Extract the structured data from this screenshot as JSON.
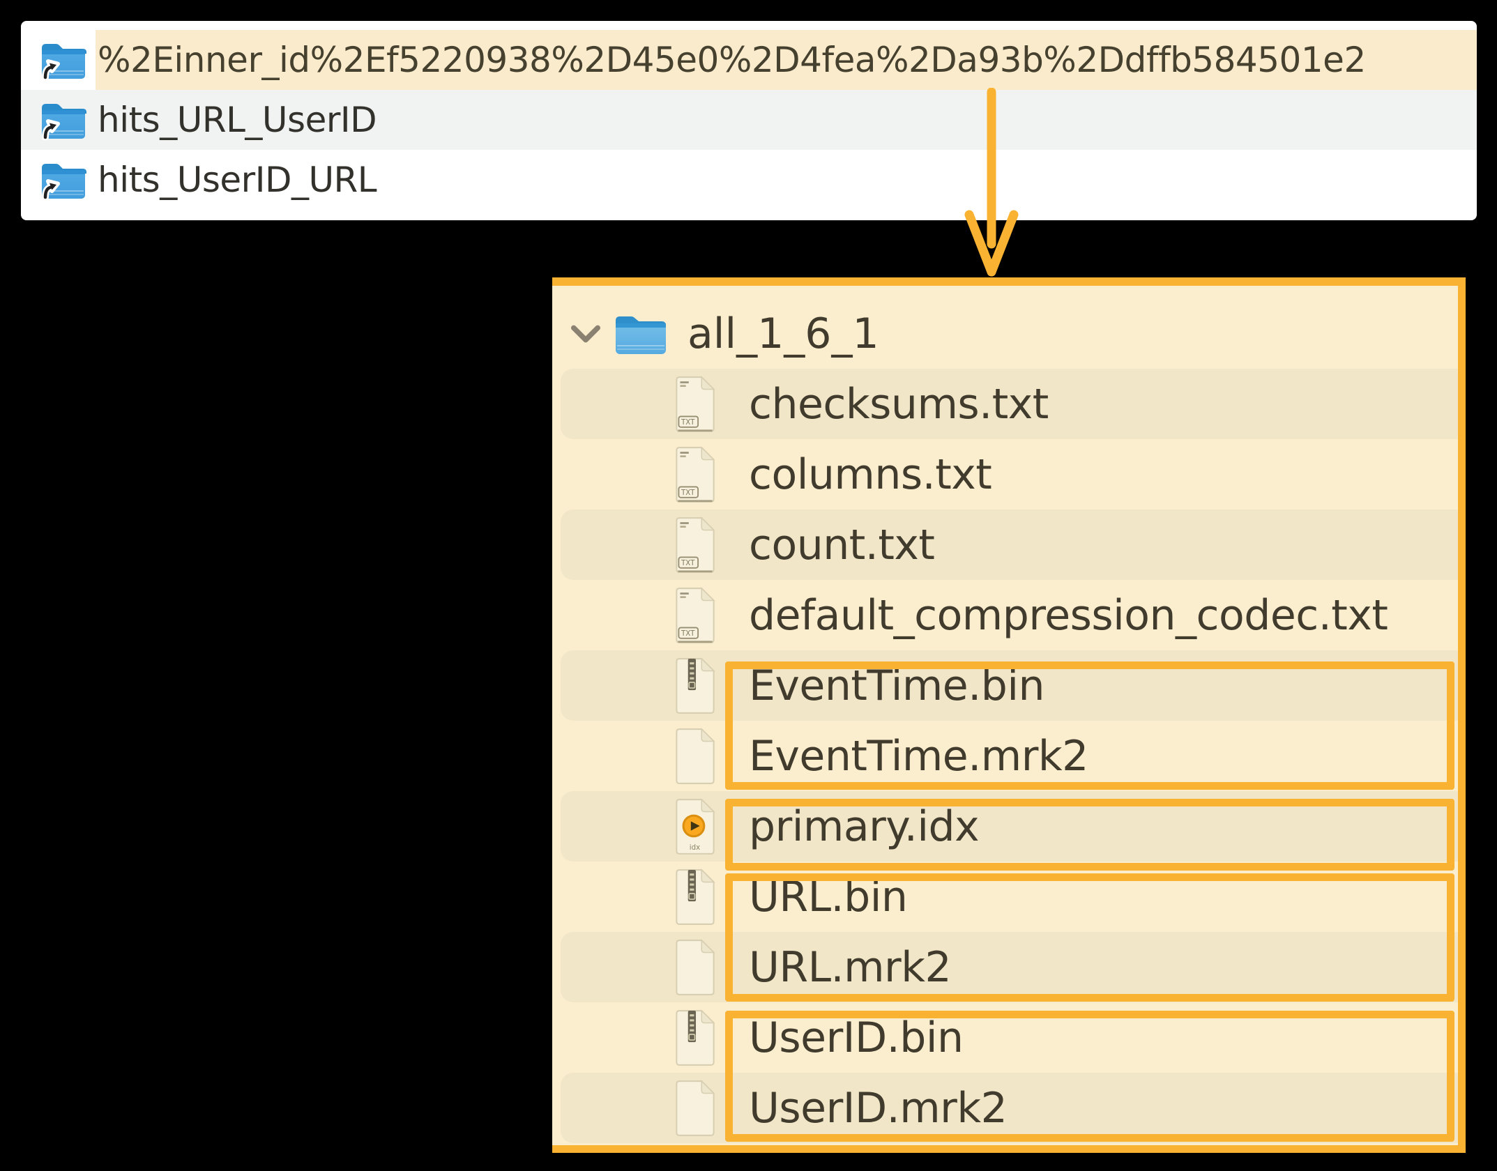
{
  "colors": {
    "accent_orange": "#F9B231",
    "tree_panel_bg": "#FBEECF",
    "tree_row_band": "#F2E6C8",
    "finder_highlight_row": "#FAEBCD",
    "finder_row_band": "#F1F3F3",
    "folder_blue": "#4FA8E0",
    "text_dark": "#403B2C"
  },
  "icon_labels": {
    "txt": "TXT",
    "idx": "idx"
  },
  "finder_list": {
    "items": [
      {
        "label": "%2Einner_id%2Ef5220938%2D45e0%2D4fea%2Da93b%2Ddffb584501e2",
        "icon": "folder-alias",
        "highlighted": true
      },
      {
        "label": "hits_URL_UserID",
        "icon": "folder-alias",
        "highlighted": false
      },
      {
        "label": "hits_UserID_URL",
        "icon": "folder-alias",
        "highlighted": false
      }
    ]
  },
  "tree_panel": {
    "root": {
      "label": "all_1_6_1",
      "icon": "folder",
      "expanded": true
    },
    "files": [
      {
        "label": "checksums.txt",
        "icon": "txt"
      },
      {
        "label": "columns.txt",
        "icon": "txt"
      },
      {
        "label": "count.txt",
        "icon": "txt"
      },
      {
        "label": "default_compression_codec.txt",
        "icon": "txt"
      },
      {
        "label": "EventTime.bin",
        "icon": "bin"
      },
      {
        "label": "EventTime.mrk2",
        "icon": "mrk"
      },
      {
        "label": "primary.idx",
        "icon": "idx"
      },
      {
        "label": "URL.bin",
        "icon": "bin"
      },
      {
        "label": "URL.mrk2",
        "icon": "mrk"
      },
      {
        "label": "UserID.bin",
        "icon": "bin"
      },
      {
        "label": "UserID.mrk2",
        "icon": "mrk"
      }
    ]
  },
  "annotations": {
    "arrow": {
      "from": "highlighted finder row",
      "to": "tree panel",
      "color": "#F9B231"
    },
    "boxes": [
      {
        "group": [
          "EventTime.bin",
          "EventTime.mrk2"
        ]
      },
      {
        "group": [
          "primary.idx"
        ]
      },
      {
        "group": [
          "URL.bin",
          "URL.mrk2"
        ]
      },
      {
        "group": [
          "UserID.bin",
          "UserID.mrk2"
        ]
      }
    ]
  }
}
